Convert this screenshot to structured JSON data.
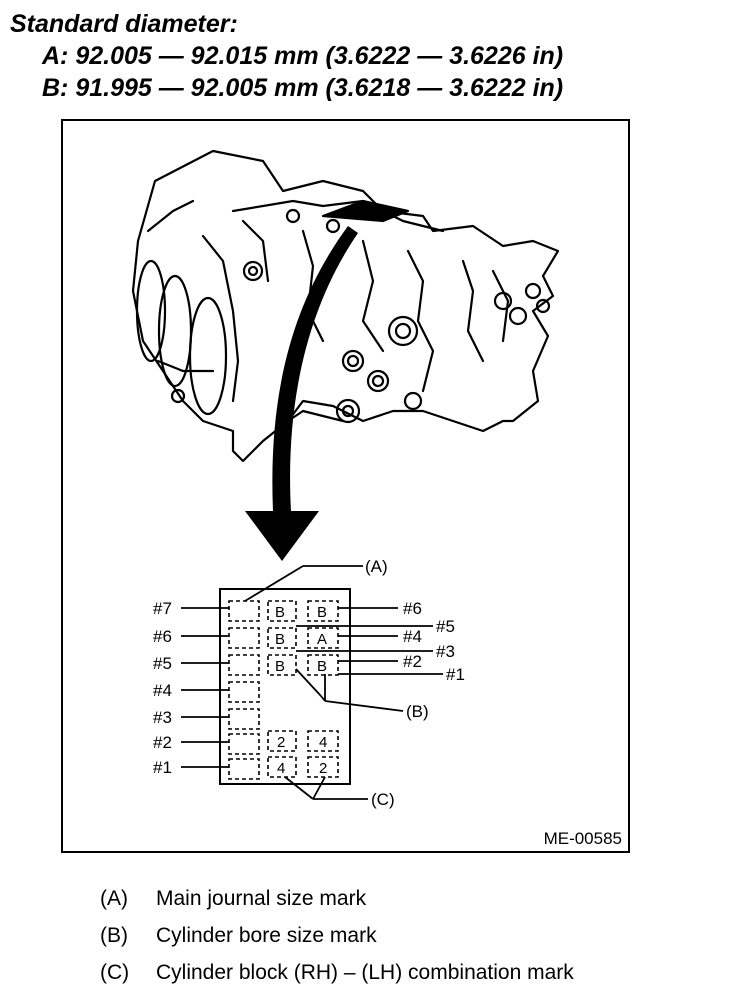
{
  "header": {
    "title": "Standard diameter:",
    "line_a": "A: 92.005 — 92.015 mm (3.6222 — 3.6226 in)",
    "line_b": "B: 91.995 — 92.005 mm (3.6218 — 3.6222 in)"
  },
  "figure": {
    "code": "ME-00585",
    "callouts": {
      "a": "(A)",
      "b": "(B)",
      "c": "(C)"
    },
    "left_labels": [
      "#7",
      "#6",
      "#5",
      "#4",
      "#3",
      "#2",
      "#1"
    ],
    "right_labels": [
      "#6",
      "#5",
      "#4",
      "#3",
      "#2",
      "#1"
    ],
    "bore_marks_col1": [
      "B",
      "B",
      "B"
    ],
    "bore_marks_col2": [
      "B",
      "A",
      "B"
    ],
    "combo_marks_col1": [
      "2",
      "4"
    ],
    "combo_marks_col2": [
      "4",
      "2"
    ]
  },
  "legend": [
    {
      "key": "(A)",
      "text": "Main journal size mark"
    },
    {
      "key": "(B)",
      "text": "Cylinder bore size mark"
    },
    {
      "key": "(C)",
      "text": "Cylinder block (RH) – (LH) combination mark"
    }
  ]
}
